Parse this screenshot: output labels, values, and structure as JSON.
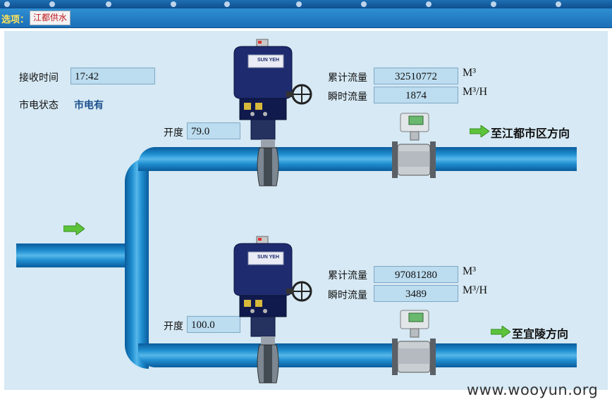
{
  "filter": {
    "label": "选项：",
    "selected": "江都供水"
  },
  "panel": {
    "receive_time_label": "接收时间",
    "receive_time": "17:42",
    "power_status_label": "市电状态",
    "power_status": "市电有"
  },
  "branches": [
    {
      "opening_label": "开度",
      "opening": "79.0",
      "total_flow_label": "累计流量",
      "total_flow": "32510772",
      "total_flow_unit": "M³",
      "instant_flow_label": "瞬时流量",
      "instant_flow": "1874",
      "instant_flow_unit": "M³/H",
      "direction": "至江都市区方向",
      "actuator_brand": "SUN YEH"
    },
    {
      "opening_label": "开度",
      "opening": "100.0",
      "total_flow_label": "累计流量",
      "total_flow": "97081280",
      "total_flow_unit": "M³",
      "instant_flow_label": "瞬时流量",
      "instant_flow": "3489",
      "instant_flow_unit": "M³/H",
      "direction": "至宜陵方向",
      "actuator_brand": "SUN YEH"
    }
  ],
  "watermark": "www.wooyun.org",
  "colors": {
    "pipe": "#1f8ed0",
    "arrow": "#5cc43a",
    "panel_bg": "#d6e9f4"
  }
}
